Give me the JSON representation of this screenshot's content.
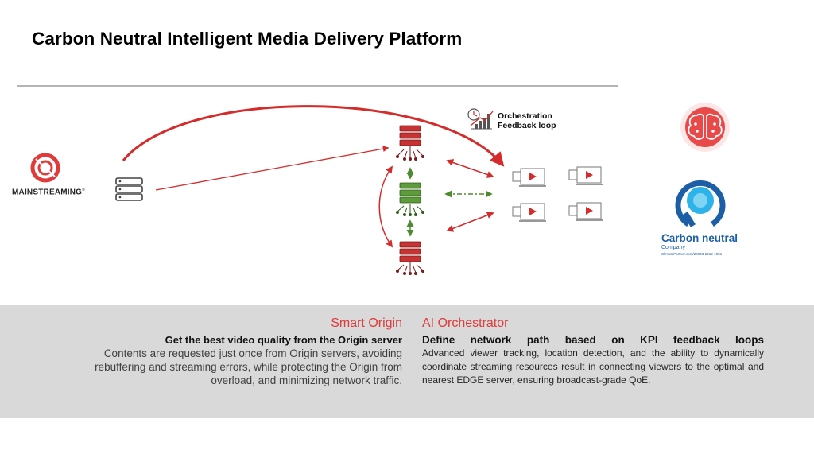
{
  "slide": {
    "title": "Carbon Neutral Intelligent Media Delivery Platform"
  },
  "brand": {
    "logo_text": "MAINSTREAMING",
    "logo_mark": "®",
    "accent": "#e03a3a"
  },
  "diagram": {
    "orchestration_label_line1": "Orchestration",
    "orchestration_label_line2": "Feedback loop",
    "icons": [
      "origin-server-icon",
      "edge-server-icon",
      "orchestrator-server-icon",
      "viewer-screens-icon",
      "feedback-chart-icon",
      "ai-brain-icon",
      "carbon-neutral-logo"
    ]
  },
  "carbon_neutral": {
    "title": "Carbon neutral",
    "subtitle": "Company",
    "reference": "ClimatePartner.com/20643-2212-1001",
    "color": "#1d5fa6"
  },
  "smart_origin": {
    "section_title": "Smart Origin",
    "heading": "Get the best video quality from the Origin server",
    "body": "Contents are requested just once from Origin servers, avoiding rebuffering and streaming errors, while protecting the Origin from overload, and minimizing network traffic."
  },
  "ai_orchestrator": {
    "section_title": "AI Orchestrator",
    "heading": "Define network path based on KPI feedback loops",
    "body": "Advanced viewer tracking, location detection, and the ability to dynamically coordinate streaming resources result in connecting viewers to the optimal and nearest EDGE server, ensuring broadcast-grade QoE."
  }
}
